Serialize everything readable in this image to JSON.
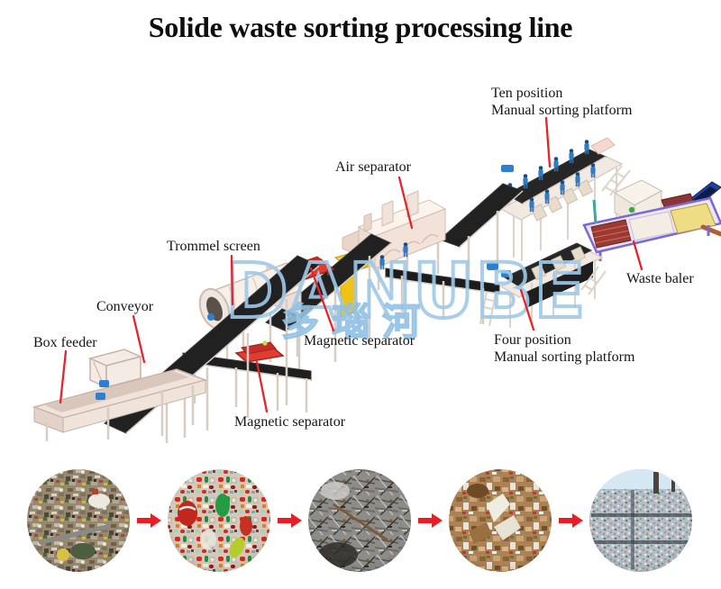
{
  "title": "Solide waste sorting processing line",
  "watermark": {
    "brand": "DANUBE",
    "chinese": "多瑙河",
    "color": "#9fc9e8"
  },
  "accent": {
    "leader_line_color": "#e5252b",
    "flow_arrow_color": "#ed1c24"
  },
  "labels": {
    "ten_position": "Ten position\nManual sorting platform",
    "air_separator": "Air separator",
    "trommel_screen": "Trommel screen",
    "conveyor": "Conveyor",
    "box_feeder": "Box feeder",
    "magnetic_separator_upper": "Magnetic separator",
    "waste_baler": "Waste baler",
    "four_position": "Four position\nManual sorting platform",
    "magnetic_separator_lower": "Magnetic separator"
  },
  "process_photos": [
    {
      "name": "mixed-solid-waste-photo"
    },
    {
      "name": "sorted-plastic-bottles-photo"
    },
    {
      "name": "scrap-metal-photo"
    },
    {
      "name": "paper-cardboard-photo"
    },
    {
      "name": "baled-recyclables-photo"
    }
  ]
}
